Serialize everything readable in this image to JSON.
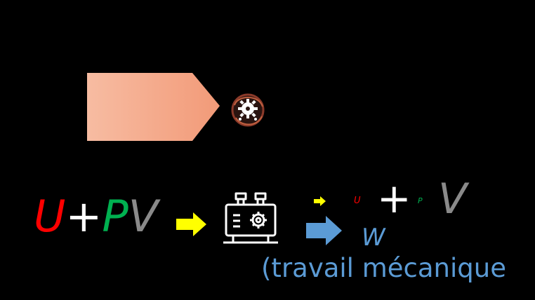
{
  "colors": {
    "red": "#ff0000",
    "white": "#ffffff",
    "green": "#00b050",
    "gray": "#8a8a8a",
    "yellow": "#ffff00",
    "blue": "#5b9bd5",
    "salmon": "#f4a07e",
    "salmon_light": "#f7bca2"
  },
  "equation_left": {
    "u": "U",
    "plus": "+",
    "p": "P",
    "v": "V"
  },
  "equation_right": {
    "u": "U",
    "plus": "+",
    "p": "P",
    "v": "V"
  },
  "output": {
    "w": "W",
    "text": "(travail mécanique"
  },
  "icons": {
    "badge": "gear-badge-icon",
    "machine": "engine-gear-icon",
    "arrow_yellow": "right-arrow-icon",
    "arrow_blue": "right-arrow-icon"
  }
}
